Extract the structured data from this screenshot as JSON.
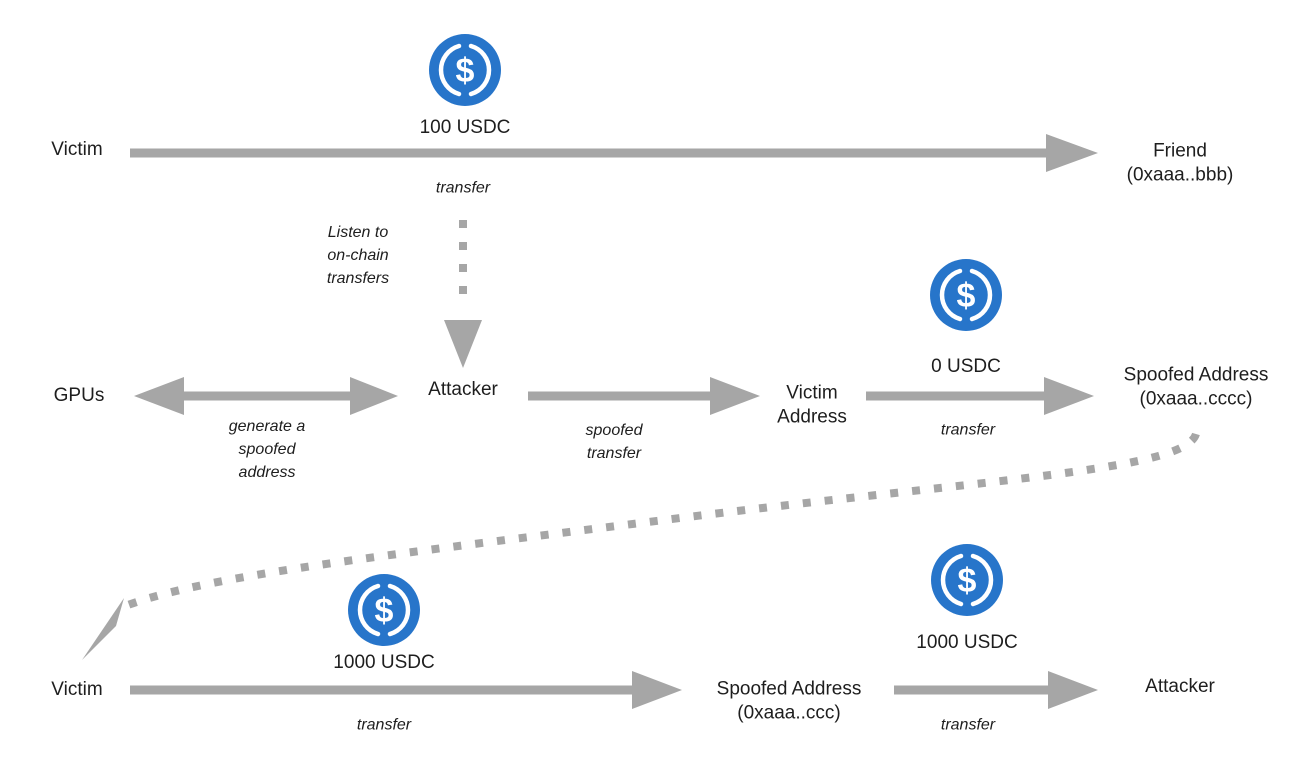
{
  "nodes": {
    "victim_top": "Victim",
    "friend_line1": "Friend",
    "friend_line2": "(0xaaa..bbb)",
    "gpus": "GPUs",
    "attacker_mid": "Attacker",
    "victim_address_line1": "Victim",
    "victim_address_line2": "Address",
    "spoofed_mid_line1": "Spoofed Address",
    "spoofed_mid_line2": "(0xaaa..cccc)",
    "victim_bottom": "Victim",
    "spoofed_bottom_line1": "Spoofed Address",
    "spoofed_bottom_line2": "(0xaaa..ccc)",
    "attacker_bottom": "Attacker"
  },
  "amounts": {
    "top": "100 USDC",
    "mid": "0 USDC",
    "bottom_left": "1000 USDC",
    "bottom_right": "1000 USDC"
  },
  "edges": {
    "top_transfer": "transfer",
    "listen_line1": "Listen to",
    "listen_line2": "on-chain",
    "listen_line3": "transfers",
    "generate_line1": "generate a",
    "generate_line2": "spoofed",
    "generate_line3": "address",
    "spoofed_transfer_line1": "spoofed",
    "spoofed_transfer_line2": "transfer",
    "mid_transfer": "transfer",
    "bottom_left_transfer": "transfer",
    "bottom_right_transfer": "transfer"
  },
  "icons": {
    "coin": "usdc-coin-icon"
  },
  "colors": {
    "arrow": "#a6a6a6",
    "coin": "#2775ca",
    "text": "#1e1e1e"
  }
}
